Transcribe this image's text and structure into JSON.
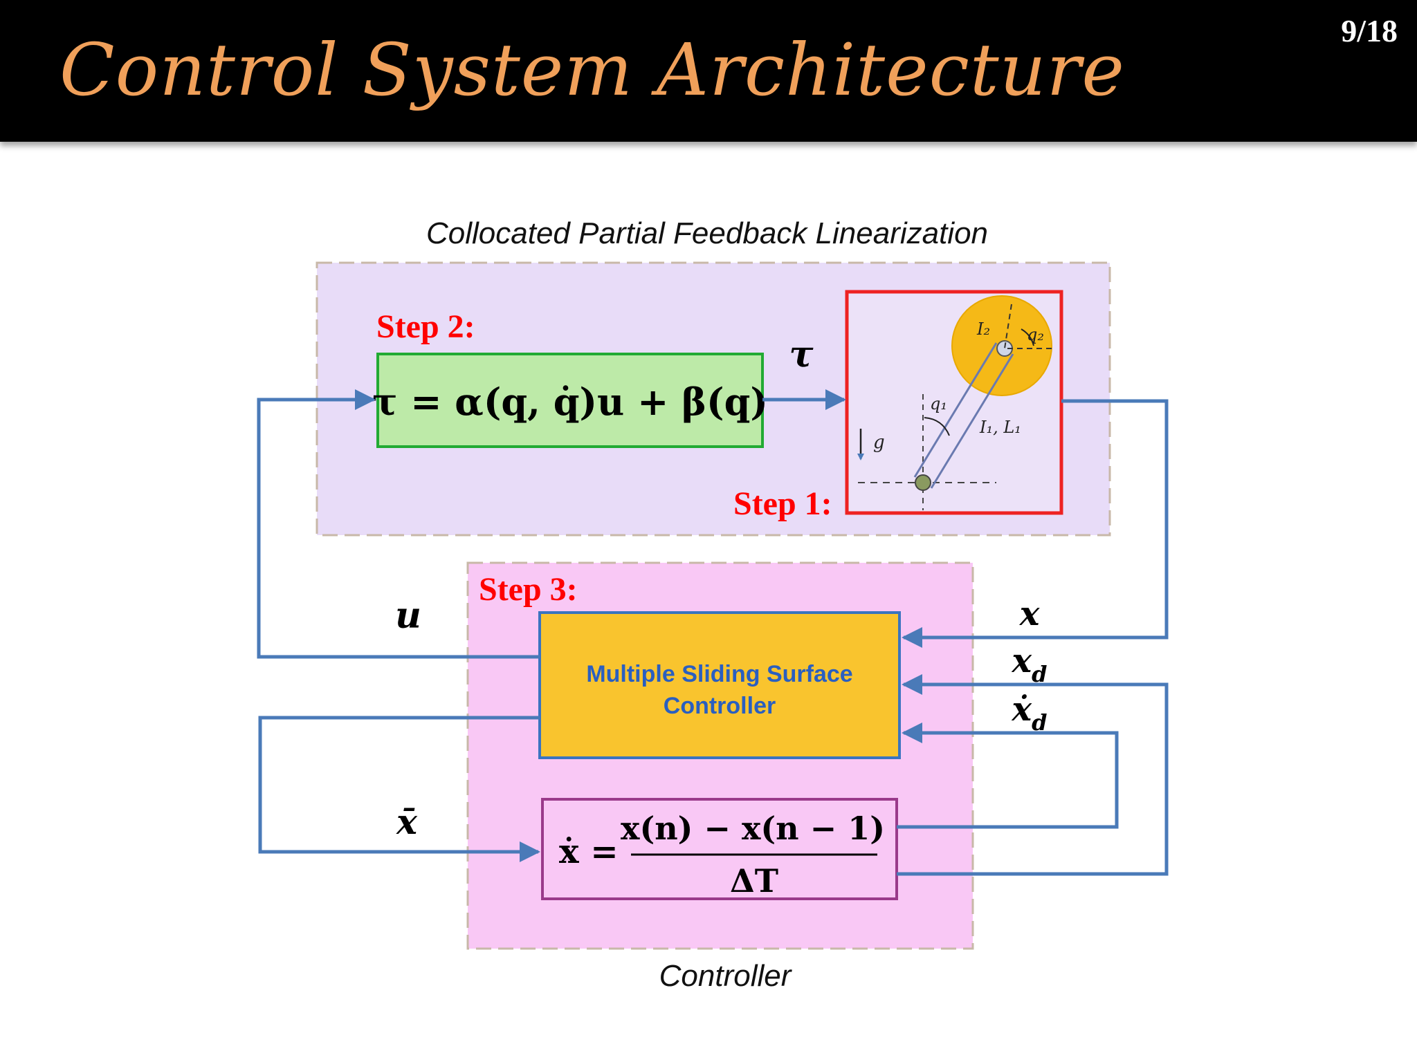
{
  "slide": {
    "title": "Control System Architecture",
    "page_number": "9/18"
  },
  "diagram": {
    "cpfl_title": "Collocated Partial Feedback Linearization",
    "controller_title": "Controller",
    "step1": "Step 1:",
    "step2": "Step 2:",
    "step3": "Step 3:",
    "tau_formula": "τ = α(q, q̇)u + β(q)",
    "tau_label": "τ",
    "u_label": "u",
    "x_label": "x",
    "xd_label": "x",
    "xd_sub": "d",
    "xdot_d_label": "ẋ",
    "xdot_d_sub": "d",
    "xbar_label": "x̄",
    "mssc_line1": "Multiple Sliding Surface",
    "mssc_line2": "Controller",
    "deriv_lhs": "ẋ =",
    "deriv_num": "x(n) − x(n − 1)",
    "deriv_den": "ΔT",
    "pendulum": {
      "I2": "I₂",
      "q2": "q₂",
      "q1": "q₁",
      "I1L1": "I₁, L₁",
      "g": "g"
    },
    "colors": {
      "cpfl_bg": "#e8dcf8",
      "controller_bg": "#f9c8f5",
      "green_box": "#bdeaa8",
      "green_border": "#22aa33",
      "orange_box": "#f9c42e",
      "blue_line": "#4a7ab8",
      "red_border": "#ee2222",
      "step_red": "#ff0000",
      "title_orange": "#f0a05a"
    }
  }
}
